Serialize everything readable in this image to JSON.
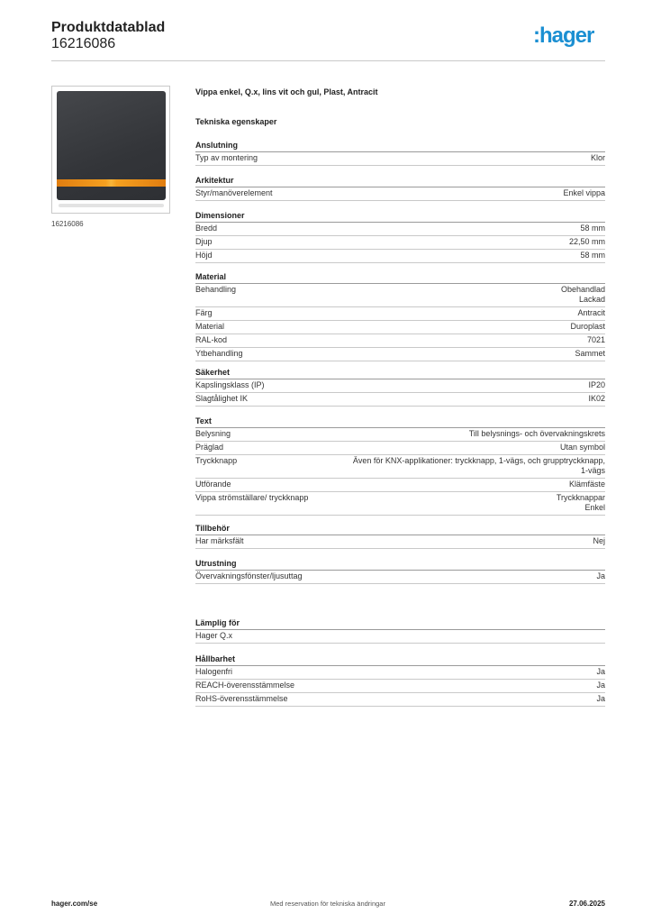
{
  "header": {
    "title": "Produktdatablad",
    "number": "16216086",
    "logo_text": ":hager"
  },
  "product": {
    "image_caption": "16216086",
    "name": "Vippa enkel, Q.x, lins vit och gul, Plast, Antracit",
    "section_heading": "Tekniska egenskaper"
  },
  "groups": [
    {
      "title": "Anslutning",
      "rows": [
        {
          "label": "Typ av montering",
          "value": [
            "Klor"
          ]
        }
      ]
    },
    {
      "title": "Arkitektur",
      "rows": [
        {
          "label": "Styr/manöverelement",
          "value": [
            "Enkel vippa"
          ]
        }
      ]
    },
    {
      "title": "Dimensioner",
      "rows": [
        {
          "label": "Bredd",
          "value": [
            "58 mm"
          ]
        },
        {
          "label": "Djup",
          "value": [
            "22,50 mm"
          ]
        },
        {
          "label": "Höjd",
          "value": [
            "58 mm"
          ]
        }
      ]
    },
    {
      "title": "Material",
      "rows": [
        {
          "label": "Behandling",
          "value": [
            "Obehandlad",
            "Lackad"
          ]
        },
        {
          "label": "Färg",
          "value": [
            "Antracit"
          ]
        },
        {
          "label": "Material",
          "value": [
            "Duroplast"
          ]
        },
        {
          "label": "RAL-kod",
          "value": [
            "7021"
          ]
        },
        {
          "label": "Ytbehandling",
          "value": [
            "Sammet"
          ]
        }
      ]
    },
    {
      "title": "Säkerhet",
      "rows": [
        {
          "label": "Kapslingsklass (IP)",
          "value": [
            "IP20"
          ]
        },
        {
          "label": "Slagtålighet IK",
          "value": [
            "IK02"
          ]
        }
      ]
    },
    {
      "title": "Text",
      "rows": [
        {
          "label": "Belysning",
          "value": [
            "Till belysnings- och övervakningskrets"
          ]
        },
        {
          "label": "Präglad",
          "value": [
            "Utan symbol"
          ]
        },
        {
          "label": "Tryckknapp",
          "value": [
            "Även för KNX-applikationer: tryckknapp, 1-vägs, och grupptryckknapp,",
            "1-vägs"
          ]
        },
        {
          "label": "Utförande",
          "value": [
            "Klämfäste"
          ]
        },
        {
          "label": "Vippa strömställare/ tryckknapp",
          "value": [
            "Tryckknappar",
            "Enkel"
          ]
        }
      ]
    },
    {
      "title": "Tillbehör",
      "rows": [
        {
          "label": "Har märksfält",
          "value": [
            "Nej"
          ]
        }
      ]
    },
    {
      "title": "Utrustning",
      "rows": [
        {
          "label": "Övervakningsfönster/ljusuttag",
          "value": [
            "Ja"
          ]
        }
      ]
    },
    {
      "title": "Lämplig för",
      "rows": [
        {
          "label": "Hager Q.x",
          "value": []
        }
      ]
    },
    {
      "title": "Hållbarhet",
      "rows": [
        {
          "label": "Halogenfri",
          "value": [
            "Ja"
          ]
        },
        {
          "label": "REACH-överensstämmelse",
          "value": [
            "Ja"
          ]
        },
        {
          "label": "RoHS-överensstämmelse",
          "value": [
            "Ja"
          ]
        }
      ]
    }
  ],
  "footer": {
    "website": "hager.com/se",
    "disclaimer": "Med reservation för tekniska ändringar",
    "date": "27.06.2025"
  },
  "colors": {
    "brand_blue": "#1b8fd2",
    "lens_orange": "#f4a020",
    "plate_anthracite": "#383a3e"
  }
}
